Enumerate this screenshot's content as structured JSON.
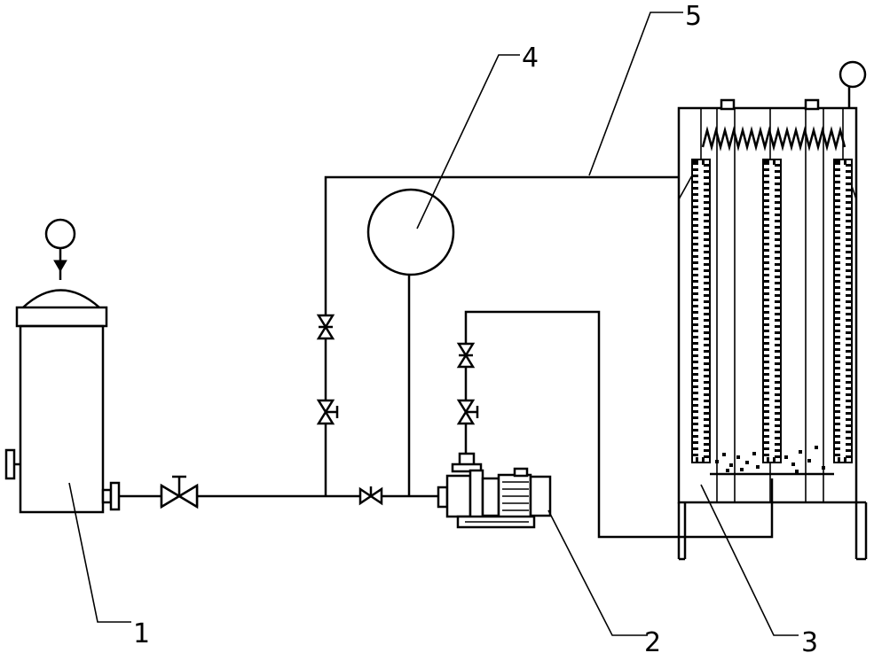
{
  "diagram": {
    "stroke_color": "#000000",
    "background": "#ffffff",
    "labels": [
      {
        "id": "label-1",
        "text": "1"
      },
      {
        "id": "label-2",
        "text": "2"
      },
      {
        "id": "label-3",
        "text": "3"
      },
      {
        "id": "label-4",
        "text": "4"
      },
      {
        "id": "label-5",
        "text": "5"
      }
    ]
  }
}
